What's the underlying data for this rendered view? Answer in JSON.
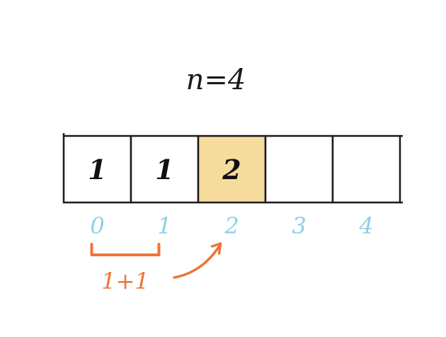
{
  "title": "n=4",
  "cells": [
    {
      "index": "0",
      "value": "1",
      "highlighted": false
    },
    {
      "index": "1",
      "value": "1",
      "highlighted": false
    },
    {
      "index": "2",
      "value": "2",
      "highlighted": true
    },
    {
      "index": "3",
      "value": "",
      "highlighted": false
    },
    {
      "index": "4",
      "value": "",
      "highlighted": false
    }
  ],
  "annotation": {
    "sum_label": "1+1",
    "bracket_from_index": 0,
    "bracket_to_index": 1,
    "arrow_target_index": 2
  },
  "colors": {
    "cell_border": "#1a1a1a",
    "highlight_fill": "#f5dc9c",
    "index_text": "#8fd0e6",
    "annotation": "#ef7434",
    "value_text": "#111111"
  }
}
